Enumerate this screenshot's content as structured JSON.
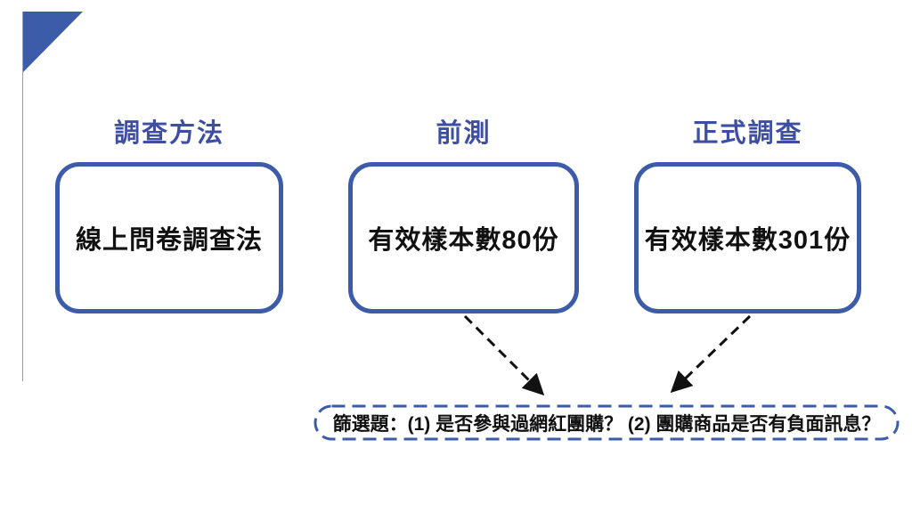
{
  "slide": {
    "columns": [
      {
        "heading": "調查方法",
        "box_label": "線上問卷調查法"
      },
      {
        "heading": "前測",
        "box_label": "有效樣本數80份"
      },
      {
        "heading": "正式調查",
        "box_label": "有效樣本數301份"
      }
    ],
    "screening_note": "篩選題：(1) 是否參與過網紅團購？ (2) 團購商品是否有負面訊息？"
  },
  "colors": {
    "accent-blue": "#3C5BA8",
    "heading-blue": "#3E4FA3",
    "text-black": "#111111",
    "line-gray": "#9E9E9E",
    "background": "#FFFFFF"
  }
}
